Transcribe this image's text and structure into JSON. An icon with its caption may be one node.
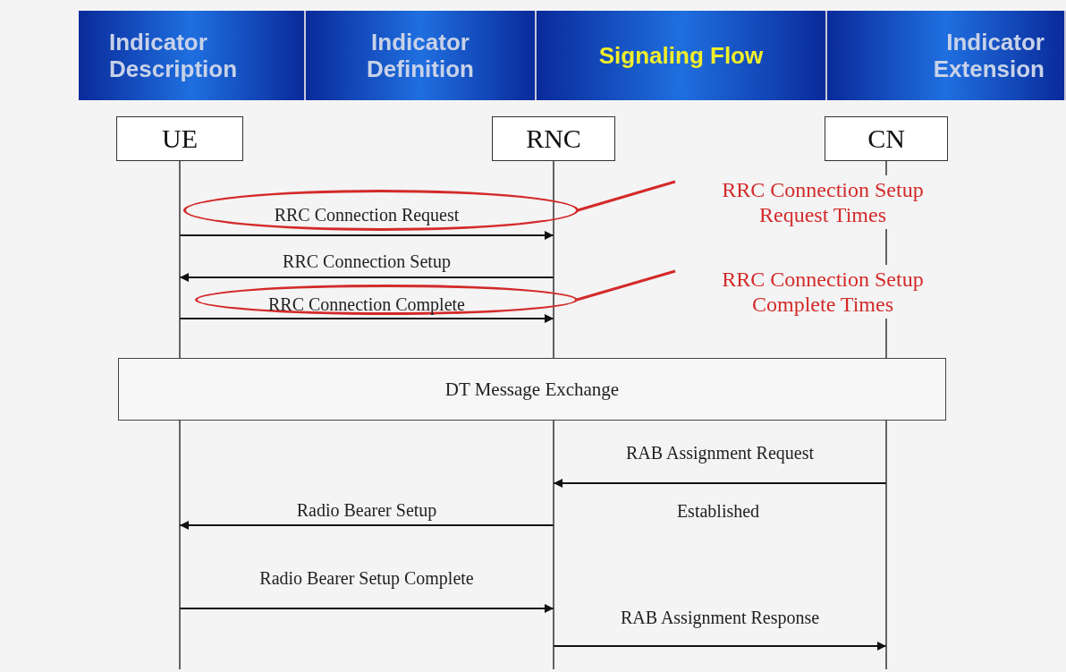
{
  "diagram": {
    "nodes": [
      {
        "text": [
          "Indicator Description"
        ]
      },
      {
        "text": [
          "Indicator Definition"
        ]
      },
      {
        "text": [
          "Signaling Flow"
        ]
      },
      {
        "text": [
          "Indicator Extension"
        ]
      },
      {
        "text": [
          "UE"
        ]
      },
      {
        "text": [
          "RNC"
        ]
      },
      {
        "text": [
          "CN"
        ]
      },
      {
        "text": [],
        "shape": "ellipse"
      },
      {
        "text": [
          "RRC Connection Setup Request Times"
        ]
      },
      {
        "text": [],
        "shape": "ellipse"
      },
      {
        "text": [
          "RRC Connection Setup Complete Times"
        ]
      },
      {
        "text": [
          "DT Message Exchange"
        ]
      }
    ],
    "edges": [
      {
        "from": 4,
        "to": 5,
        "arrow": "to",
        "label": "RRC Connection Request"
      },
      {
        "from": 5,
        "to": 4,
        "arrow": "to",
        "label": "RRC Connection Setup"
      },
      {
        "from": 4,
        "to": 5,
        "arrow": "to",
        "label": "RRC Connection Complete"
      },
      {
        "from": 8,
        "to": 7,
        "arrow": "none",
        "color": "#d42a2a"
      },
      {
        "from": 10,
        "to": 9,
        "arrow": "none",
        "color": "#d42a2a"
      },
      {
        "from": 6,
        "to": 5,
        "arrow": "to",
        "label": "RAB Assignment Request"
      },
      {
        "from": 5,
        "to": 4,
        "arrow": "to",
        "label": "Radio Bearer Setup"
      },
      {
        "from": 4,
        "to": 5,
        "arrow": "to",
        "label": "Radio Bearer Setup Complete"
      },
      {
        "from": 5,
        "to": 6,
        "arrow": "to",
        "label": "RAB Assignment Response"
      }
    ],
    "labels": [
      "Established"
    ]
  }
}
